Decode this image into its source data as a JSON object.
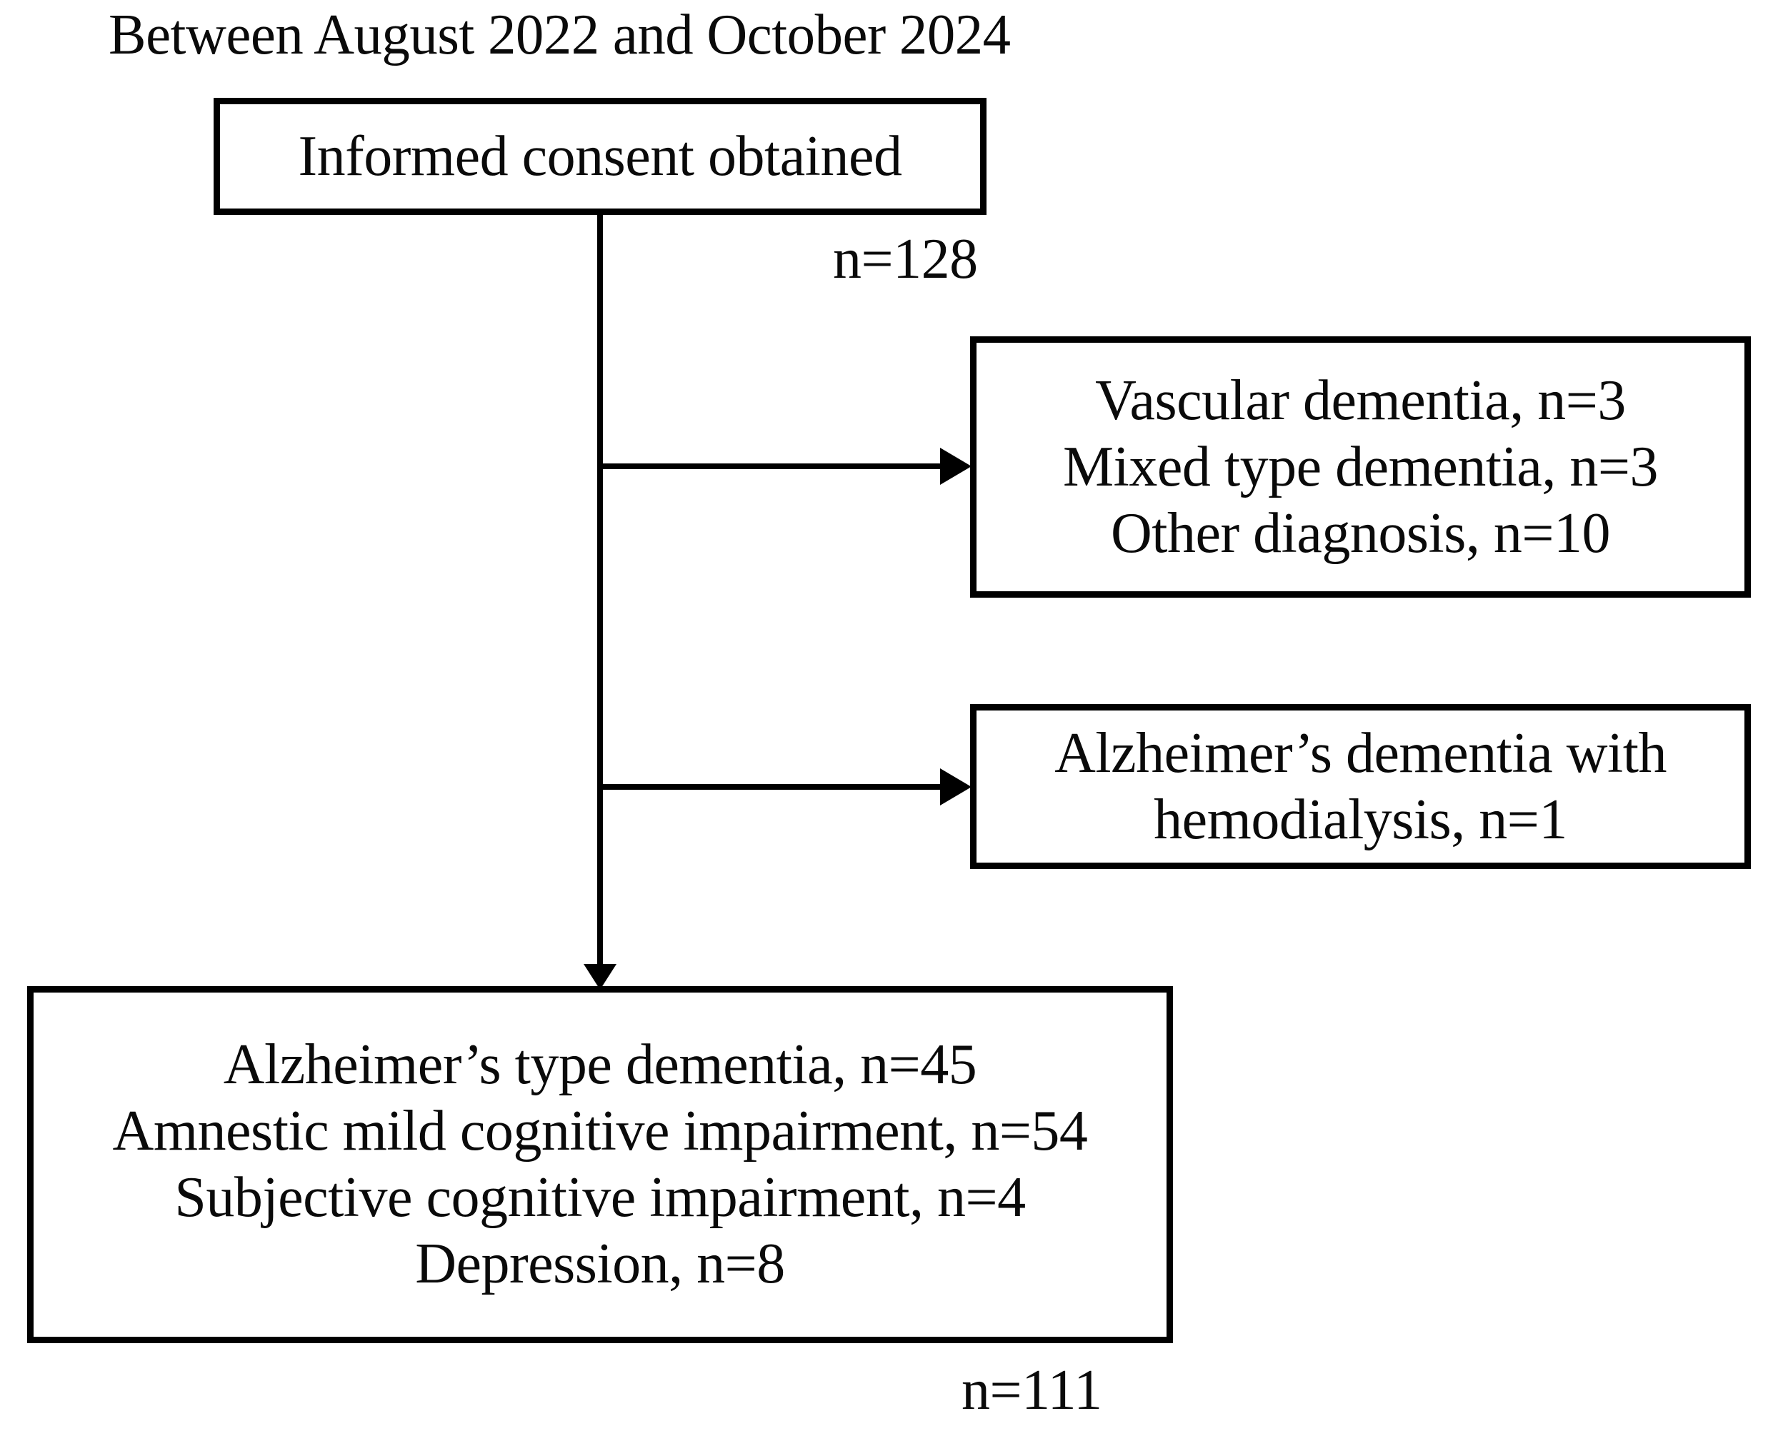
{
  "figure": {
    "type": "flowchart",
    "orientation": "top-down-with-right-branches",
    "period_caption": "Between August 2022 and October 2024"
  },
  "nodes": {
    "consent": {
      "label": "Informed consent obtained",
      "n_label": "n=128",
      "n_value": 128
    },
    "excluded_diagnoses": {
      "lines": "Vascular dementia, n=3\nMixed type dementia, n=3\nOther diagnosis, n=10",
      "items": [
        {
          "label": "Vascular dementia",
          "n_label": "n=3",
          "n_value": 3
        },
        {
          "label": "Mixed type dementia",
          "n_label": "n=3",
          "n_value": 3
        },
        {
          "label": "Other diagnosis",
          "n_label": "n=10",
          "n_value": 10
        }
      ]
    },
    "excluded_hemodialysis": {
      "lines": "Alzheimer’s dementia with\nhemodialysis, n=1",
      "items": [
        {
          "label": "Alzheimer’s dementia with hemodialysis",
          "n_label": "n=1",
          "n_value": 1
        }
      ]
    },
    "included": {
      "lines": "Alzheimer’s type dementia, n=45\nAmnestic mild cognitive impairment, n=54\nSubjective cognitive impairment, n=4\nDepression, n=8",
      "items": [
        {
          "label": "Alzheimer’s type dementia",
          "n_label": "n=45",
          "n_value": 45
        },
        {
          "label": "Amnestic mild cognitive impairment",
          "n_label": "n=54",
          "n_value": 54
        },
        {
          "label": "Subjective cognitive impairment",
          "n_label": "n=4",
          "n_value": 4
        },
        {
          "label": "Depression",
          "n_label": "n=8",
          "n_value": 8
        }
      ],
      "n_label": "n=111",
      "n_value": 111
    }
  },
  "colors": {
    "background": "#ffffff",
    "line": "#000000",
    "text": "#0a0a0a"
  }
}
